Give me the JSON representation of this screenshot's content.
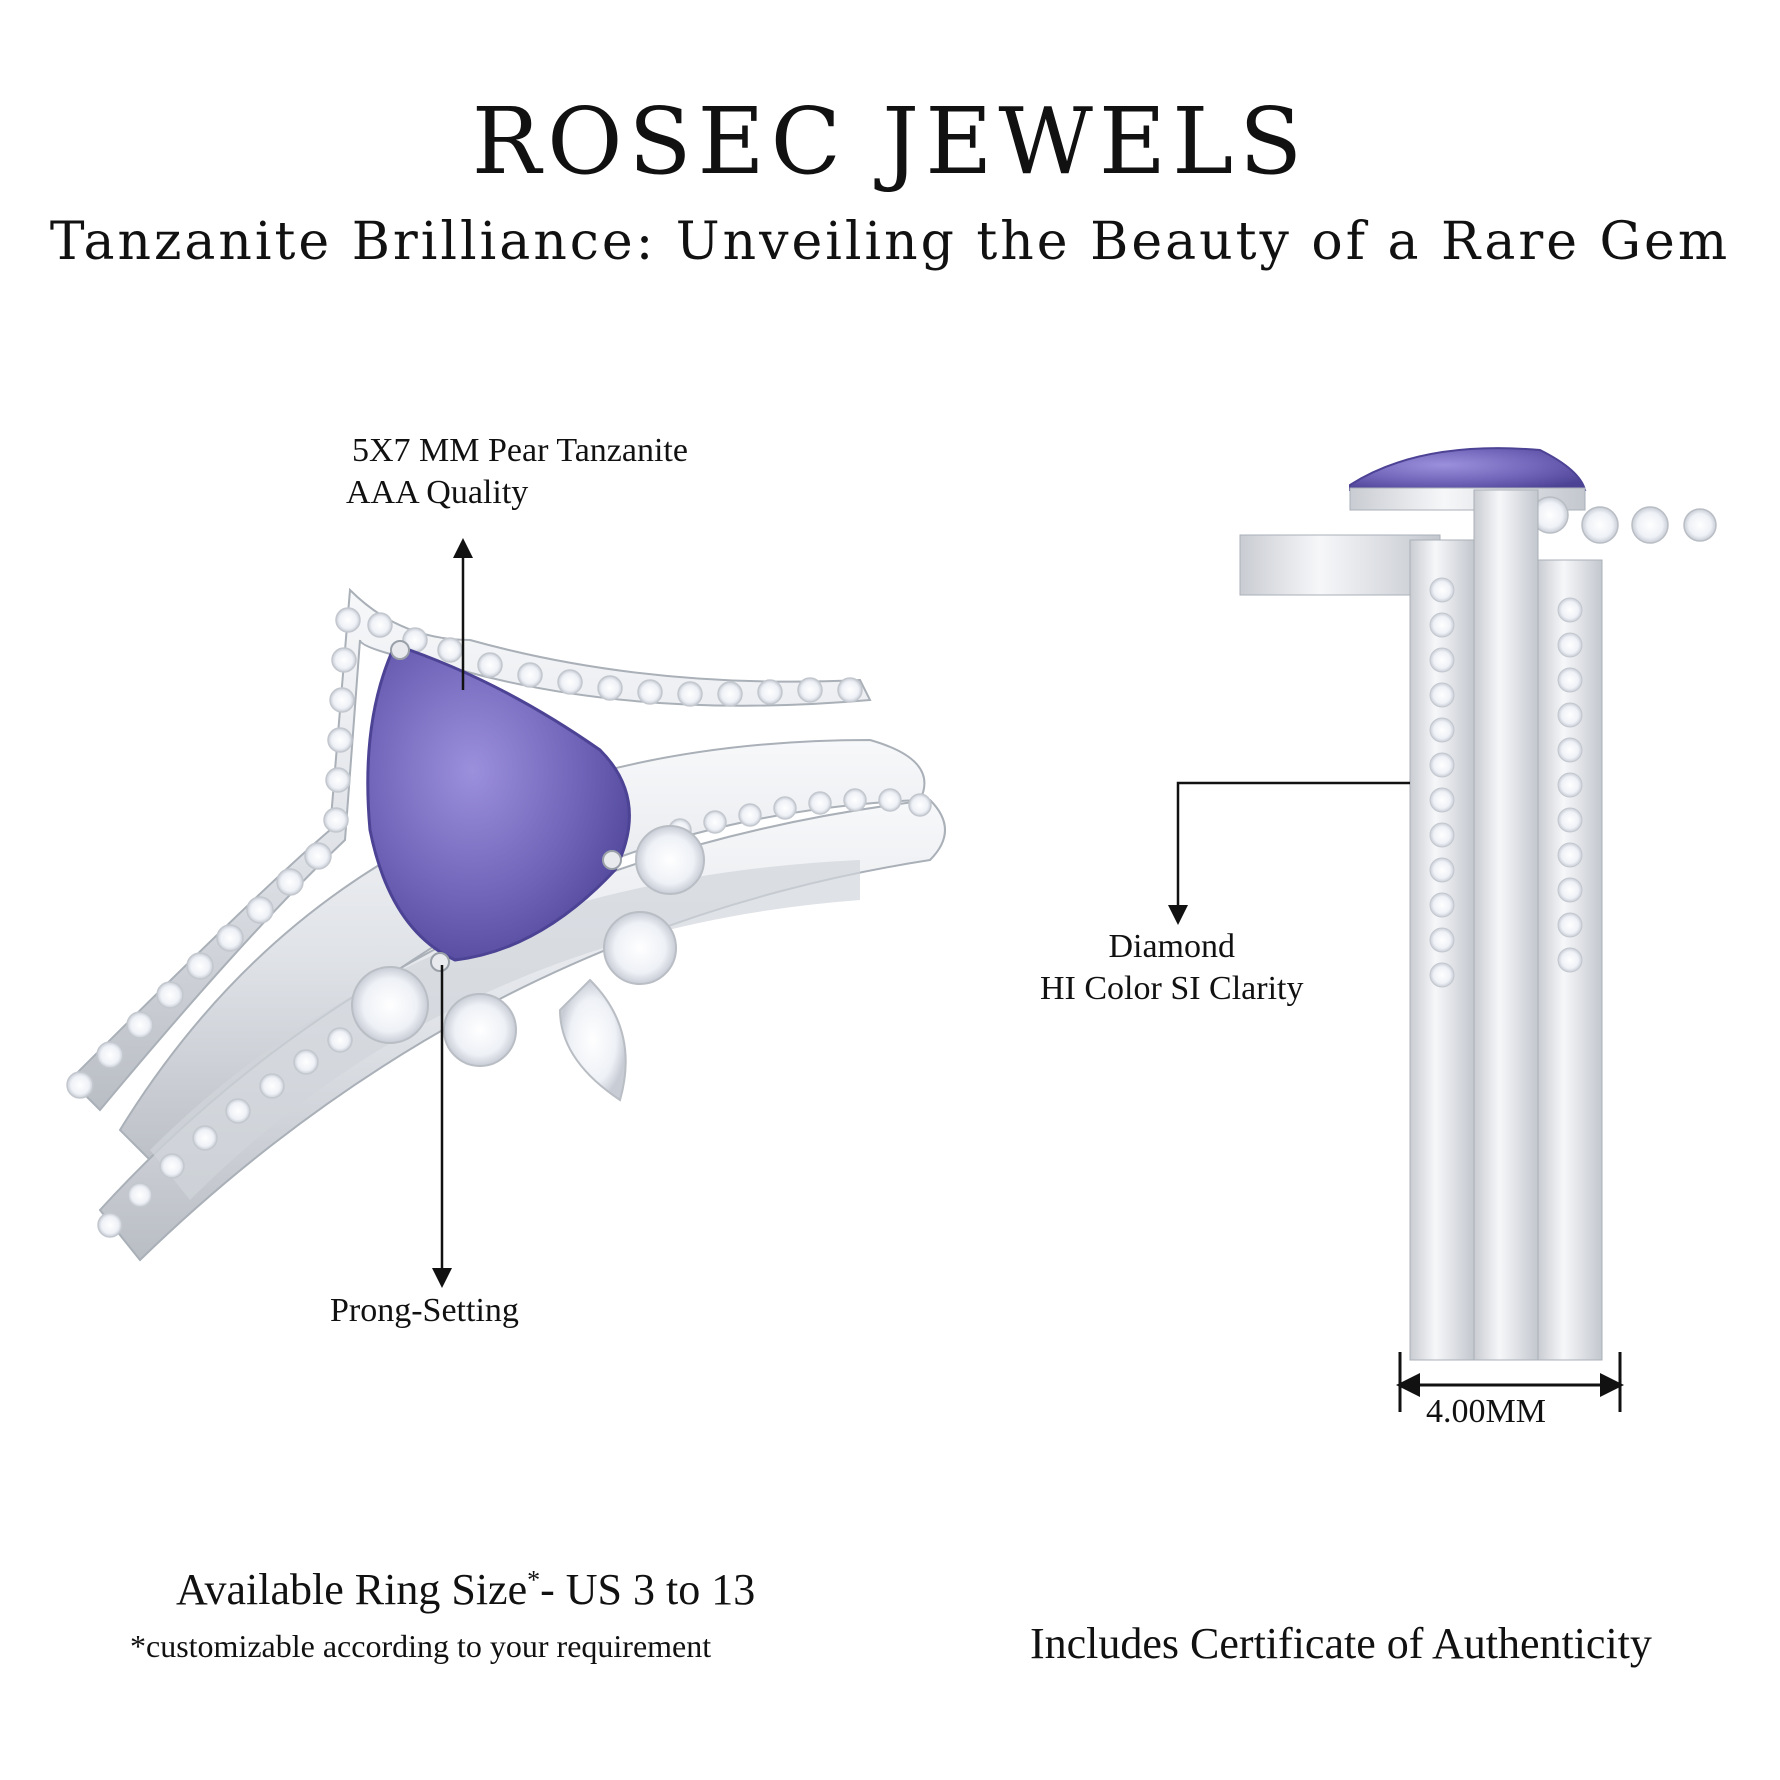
{
  "brand": "ROSEC JEWELS",
  "tagline": "Tanzanite Brilliance: Unveiling the Beauty of a Rare Gem",
  "callouts": {
    "tanzanite_line1": "5X7 MM Pear Tanzanite",
    "tanzanite_line2": "AAA Quality",
    "prong": "Prong-Setting",
    "diamond_line1": "Diamond",
    "diamond_line2": "HI Color SI Clarity"
  },
  "measurement": "4.00MM",
  "ring_size": {
    "label": "Available Ring Size",
    "asterisk": "*",
    "value": "- US 3 to 13",
    "note": "*customizable according to your requirement"
  },
  "certificate": "Includes Certificate of Authenticity",
  "colors": {
    "metal": "#e6e8ec",
    "metal_shadow": "#b9bdc4",
    "tanzanite": "#6f63b8",
    "diamond": "#f4f6fa",
    "text": "#111111"
  }
}
